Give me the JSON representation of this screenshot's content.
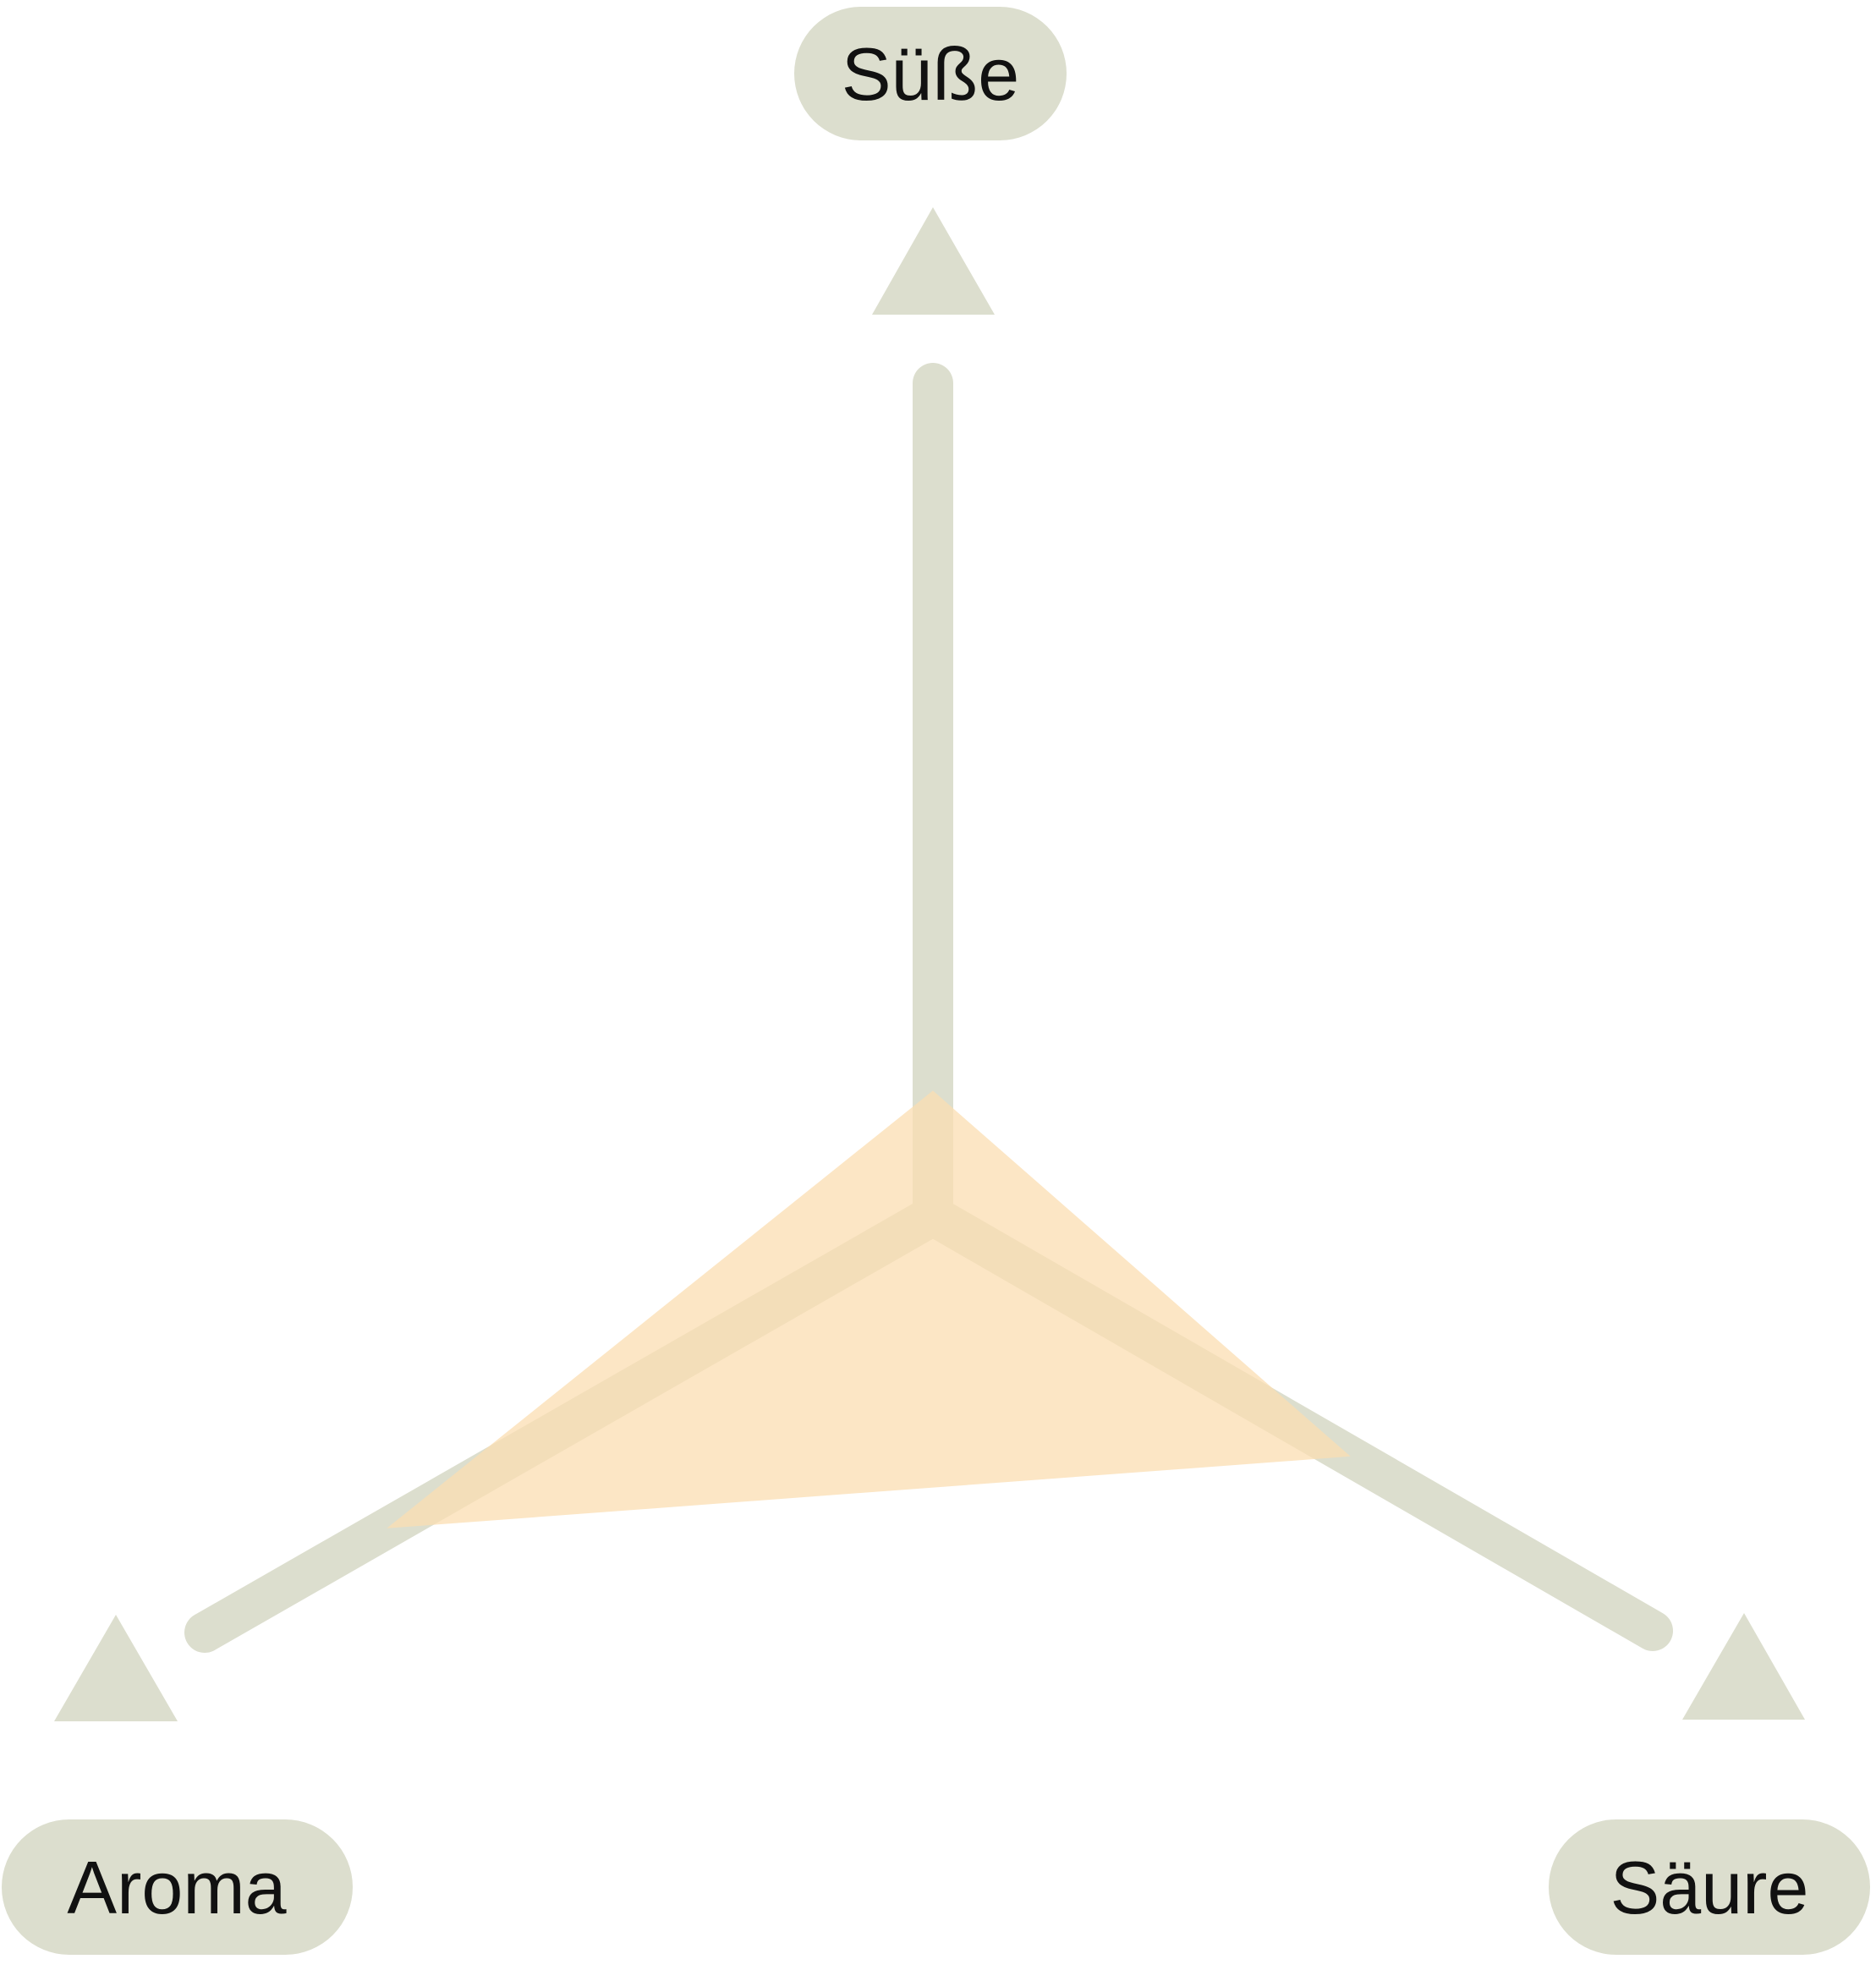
{
  "chart_data": {
    "type": "radar",
    "axes": [
      "Süße",
      "Säure",
      "Aroma"
    ],
    "series": [
      {
        "values": [
          0.15,
          0.58,
          0.75
        ]
      }
    ],
    "range": [
      0,
      1
    ]
  },
  "colors": {
    "axis": "#dcdece",
    "fill": "#fbddb1",
    "fill_opacity": "0.75",
    "text": "#111111",
    "background": "#ffffff"
  }
}
